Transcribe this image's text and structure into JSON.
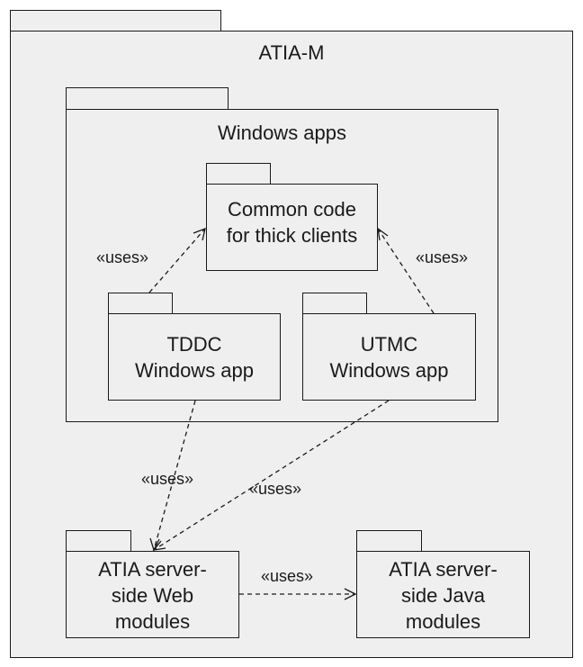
{
  "outer": {
    "title": "ATIA-M"
  },
  "windows_apps": {
    "title": "Windows apps"
  },
  "packages": {
    "common": {
      "line1": "Common code",
      "line2": "for thick clients"
    },
    "tddc": {
      "line1": "TDDC",
      "line2": "Windows app"
    },
    "utmc": {
      "line1": "UTMC",
      "line2": "Windows app"
    },
    "web": {
      "line1": "ATIA server-",
      "line2": "side Web",
      "line3": "modules"
    },
    "java": {
      "line1": "ATIA server-",
      "line2": "side Java",
      "line3": "modules"
    }
  },
  "dependencies": {
    "tddc_common": "«uses»",
    "utmc_common": "«uses»",
    "tddc_web": "«uses»",
    "utmc_web": "«uses»",
    "web_java": "«uses»"
  }
}
